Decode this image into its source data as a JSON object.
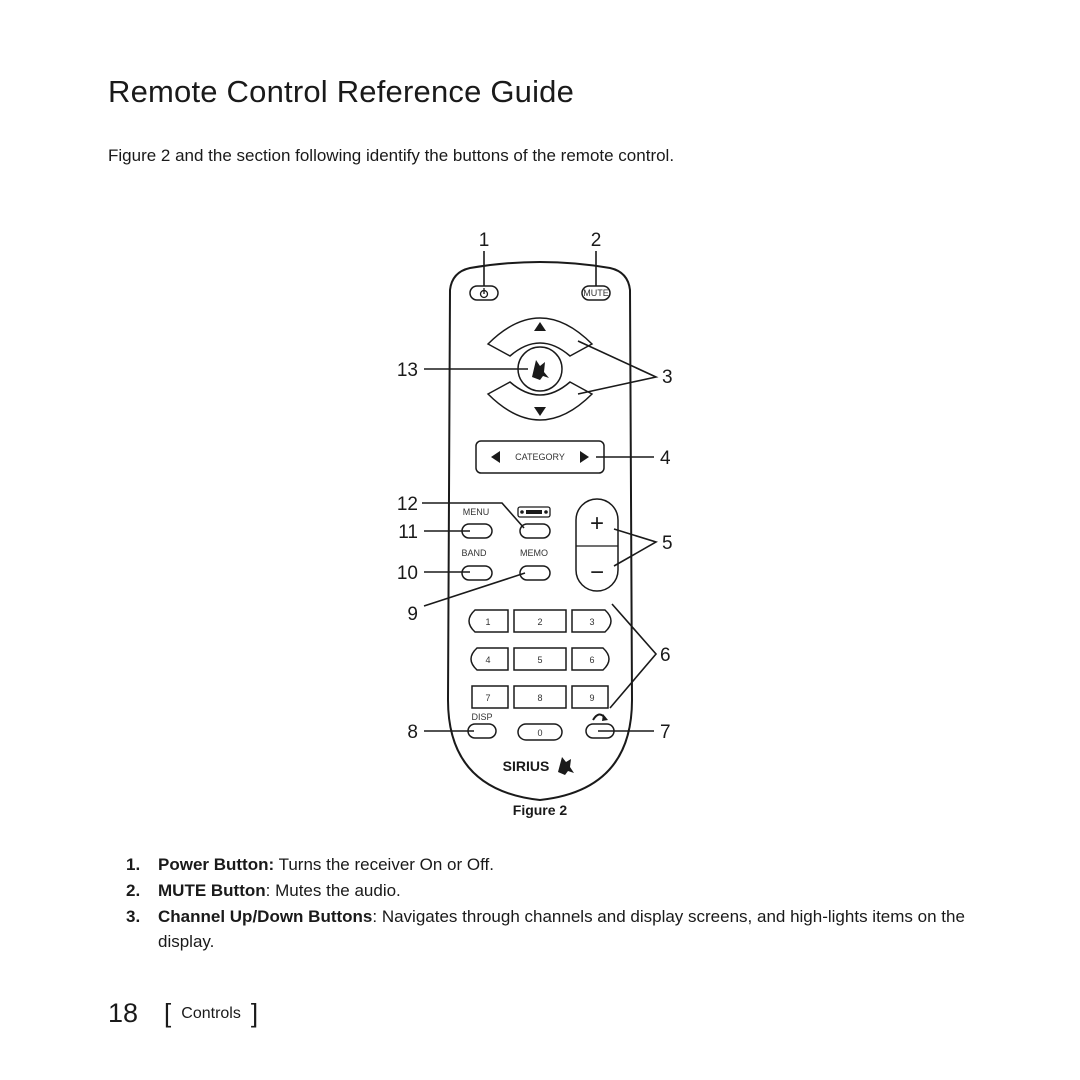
{
  "title": "Remote Control Reference Guide",
  "intro": "Figure 2 and the section following identify the buttons of the remote control.",
  "figure": {
    "caption": "Figure 2",
    "callouts": [
      "1",
      "2",
      "3",
      "4",
      "5",
      "6",
      "7",
      "8",
      "9",
      "10",
      "11",
      "12",
      "13"
    ],
    "button_labels": {
      "mute": "MUTE",
      "category": "CATEGORY",
      "menu": "MENU",
      "band": "BAND",
      "memo": "MEMO",
      "disp": "DISP",
      "keys": [
        "1",
        "2",
        "3",
        "4",
        "5",
        "6",
        "7",
        "8",
        "9",
        "0"
      ],
      "plus": "+",
      "minus": "−"
    },
    "brand": "SIRIUS"
  },
  "definitions": [
    {
      "num": "1.",
      "term": "Power Button:",
      "desc": " Turns the receiver On or Off."
    },
    {
      "num": "2.",
      "term": "MUTE Button",
      "desc": ": Mutes the audio."
    },
    {
      "num": "3.",
      "term": "Channel Up/Down Buttons",
      "desc": ": Navigates through channels and display screens, and high-lights items on the display."
    }
  ],
  "footer": {
    "page_number": "18",
    "bracket_open": "[",
    "section": "Controls",
    "bracket_close": "]"
  }
}
